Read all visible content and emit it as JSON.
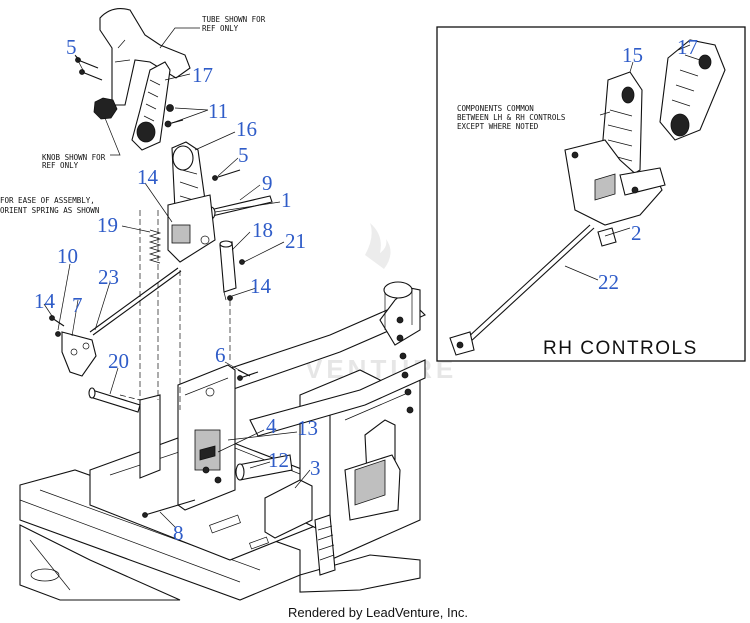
{
  "notes": {
    "tube": [
      "TUBE SHOWN FOR",
      "REF ONLY"
    ],
    "knob": [
      "KNOB SHOWN FOR",
      "REF ONLY"
    ],
    "spring": [
      "FOR EASE OF ASSEMBLY,",
      "ORIENT SPRING AS SHOWN"
    ],
    "common": [
      "COMPONENTS COMMON",
      "BETWEEN LH & RH CONTROLS",
      "EXCEPT WHERE NOTED"
    ]
  },
  "inset_title": "RH CONTROLS",
  "watermark": "VENTURE",
  "footer": "Rendered by LeadVenture, Inc.",
  "callouts": {
    "c5a": "5",
    "c17a": "17",
    "c11": "11",
    "c16": "16",
    "c5b": "5",
    "c9": "9",
    "c14a": "14",
    "c1": "1",
    "c19": "19",
    "c18": "18",
    "c21": "21",
    "c10": "10",
    "c23": "23",
    "c14b": "14",
    "c14c": "14",
    "c7": "7",
    "c6": "6",
    "c20": "20",
    "c4": "4",
    "c13": "13",
    "c12": "12",
    "c3": "3",
    "c8": "8",
    "c15": "15",
    "c17b": "17",
    "c2": "2",
    "c22": "22"
  },
  "colors": {
    "callout": "#2f5cc8",
    "line": "#111111"
  }
}
